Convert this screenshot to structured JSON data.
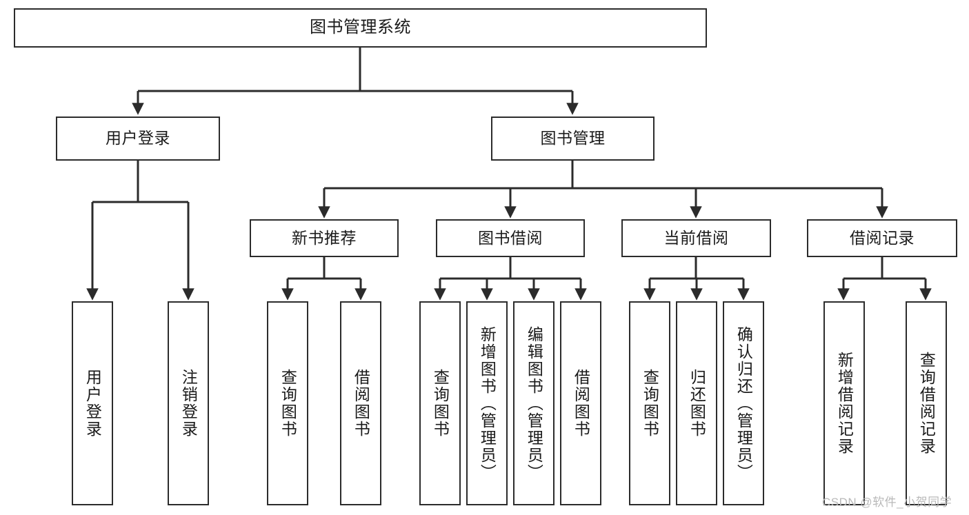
{
  "diagram": {
    "title": "图书管理系统",
    "type": "tree",
    "background_color": "#ffffff",
    "line_color": "#2b2b2b",
    "box_fill": "#ffffff",
    "text_color": "#1a1a1a"
  },
  "nodes": {
    "root": {
      "label": "图书管理系统",
      "level": 1
    },
    "level2": [
      {
        "id": "user-login",
        "label": "用户登录"
      },
      {
        "id": "book-manage",
        "label": "图书管理"
      }
    ],
    "level3": [
      {
        "id": "new-book-rec",
        "label": "新书推荐"
      },
      {
        "id": "book-borrow",
        "label": "图书借阅"
      },
      {
        "id": "current-borrow",
        "label": "当前借阅"
      },
      {
        "id": "borrow-record",
        "label": "借阅记录"
      }
    ],
    "leaves": {
      "user-login": [
        {
          "id": "leaf-user-login",
          "label": "用户登录"
        },
        {
          "id": "leaf-logout",
          "label": "注销登录"
        }
      ],
      "new-book-rec": [
        {
          "id": "leaf-query-book-1",
          "label": "查询图书"
        },
        {
          "id": "leaf-borrow-book-1",
          "label": "借阅图书"
        }
      ],
      "book-borrow": [
        {
          "id": "leaf-query-book-2",
          "label": "查询图书"
        },
        {
          "id": "leaf-add-book",
          "label": "新增图书（管理员）"
        },
        {
          "id": "leaf-edit-book",
          "label": "编辑图书（管理员）"
        },
        {
          "id": "leaf-borrow-book-2",
          "label": "借阅图书"
        }
      ],
      "current-borrow": [
        {
          "id": "leaf-query-book-3",
          "label": "查询图书"
        },
        {
          "id": "leaf-return-book",
          "label": "归还图书"
        },
        {
          "id": "leaf-confirm-return",
          "label": "确认归还（管理员）"
        }
      ],
      "borrow-record": [
        {
          "id": "leaf-add-record",
          "label": "新增借阅记录"
        },
        {
          "id": "leaf-query-record",
          "label": "查询借阅记录"
        }
      ]
    }
  },
  "watermark": {
    "text": "CSDN @软件_小贺同学"
  }
}
